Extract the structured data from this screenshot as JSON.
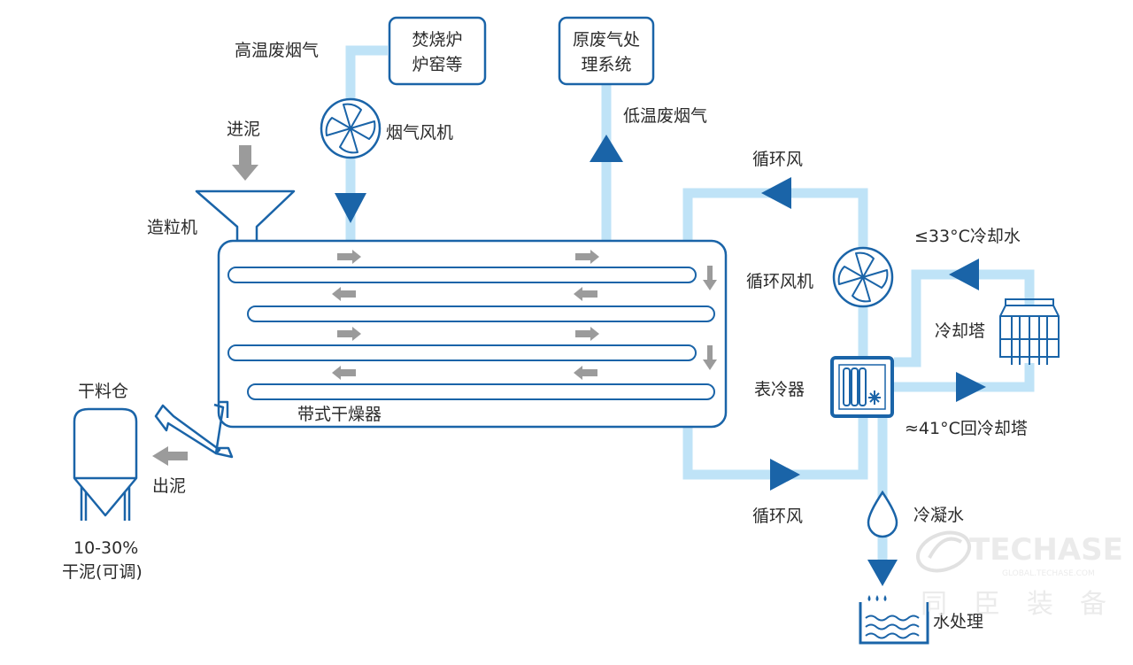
{
  "labels": {
    "high_temp_gas": "高温废烟气",
    "incinerator_l1": "焚烧炉",
    "incinerator_l2": "炉窑等",
    "original_gas_l1": "原废气处",
    "original_gas_l2": "理系统",
    "low_temp_gas": "低温废烟气",
    "smoke_fan": "烟气风机",
    "sludge_in": "进泥",
    "granulator": "造粒机",
    "circ_air_top": "循环风",
    "circ_fan": "循环风机",
    "cooling_water_in": "≤33°C冷却水",
    "cooling_tower": "冷却塔",
    "surface_cooler": "表冷器",
    "return_tower": "≈41°C回冷却塔",
    "belt_dryer": "带式干燥器",
    "dry_silo": "干料仓",
    "sludge_out": "出泥",
    "dry_sludge_pct": "10-30%",
    "dry_sludge_adj": "干泥(可调)",
    "circ_air_bottom": "循环风",
    "condensate": "冷凝水",
    "water_treatment": "水处理"
  },
  "watermark": {
    "brand": "TECHASE",
    "url": "GLOBAL.TECHASE.COM",
    "cn": "同臣装备"
  },
  "colors": {
    "dark_blue": "#1a64a8",
    "light_blue": "#bfe3f7",
    "grey_arrow": "#9b9b9b"
  }
}
